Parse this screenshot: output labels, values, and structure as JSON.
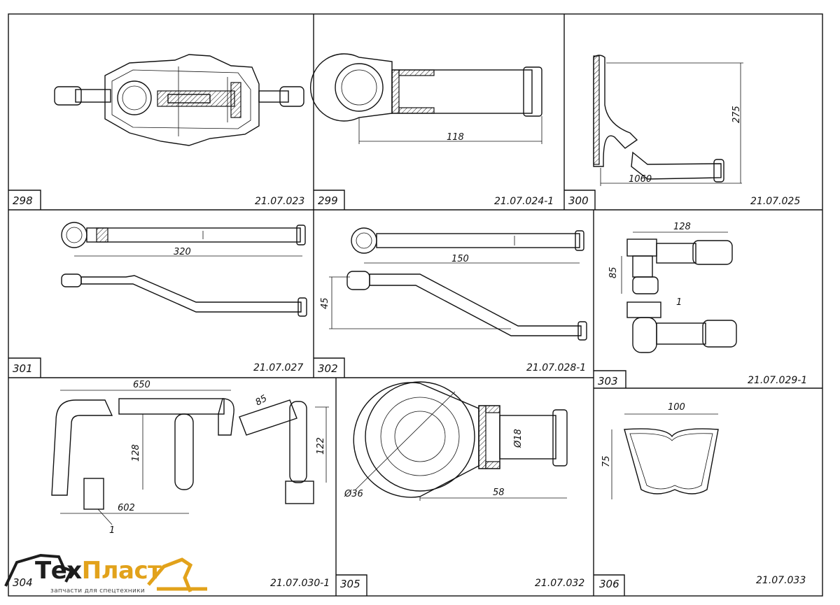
{
  "sheet": {
    "cells": [
      {
        "number": "298",
        "code": "21.07.023"
      },
      {
        "number": "299",
        "code": "21.07.024-1"
      },
      {
        "number": "300",
        "code": "21.07.025"
      },
      {
        "number": "301",
        "code": "21.07.027"
      },
      {
        "number": "302",
        "code": "21.07.028-1"
      },
      {
        "number": "303",
        "code": "21.07.029-1"
      },
      {
        "number": "304",
        "code": "21.07.030-1"
      },
      {
        "number": "305",
        "code": "21.07.032"
      },
      {
        "number": "306",
        "code": "21.07.033"
      }
    ],
    "dimensions": {
      "d299": "118",
      "d300a": "275",
      "d300b": "1060",
      "d301": "320",
      "d302a": "150",
      "d302b": "45",
      "d303a": "128",
      "d303b": "85",
      "d303c": "1",
      "d304a": "650",
      "d304b": "128",
      "d304c": "602",
      "d304d": "1",
      "d304e": "85",
      "d304f": "122",
      "d305a": "Ø18",
      "d305b": "Ø36",
      "d305c": "58",
      "d306a": "100",
      "d306b": "75"
    }
  },
  "logo": {
    "main_prefix": "Тех",
    "main_accent": "Пласт",
    "tagline": "запчасти для спецтехники"
  }
}
